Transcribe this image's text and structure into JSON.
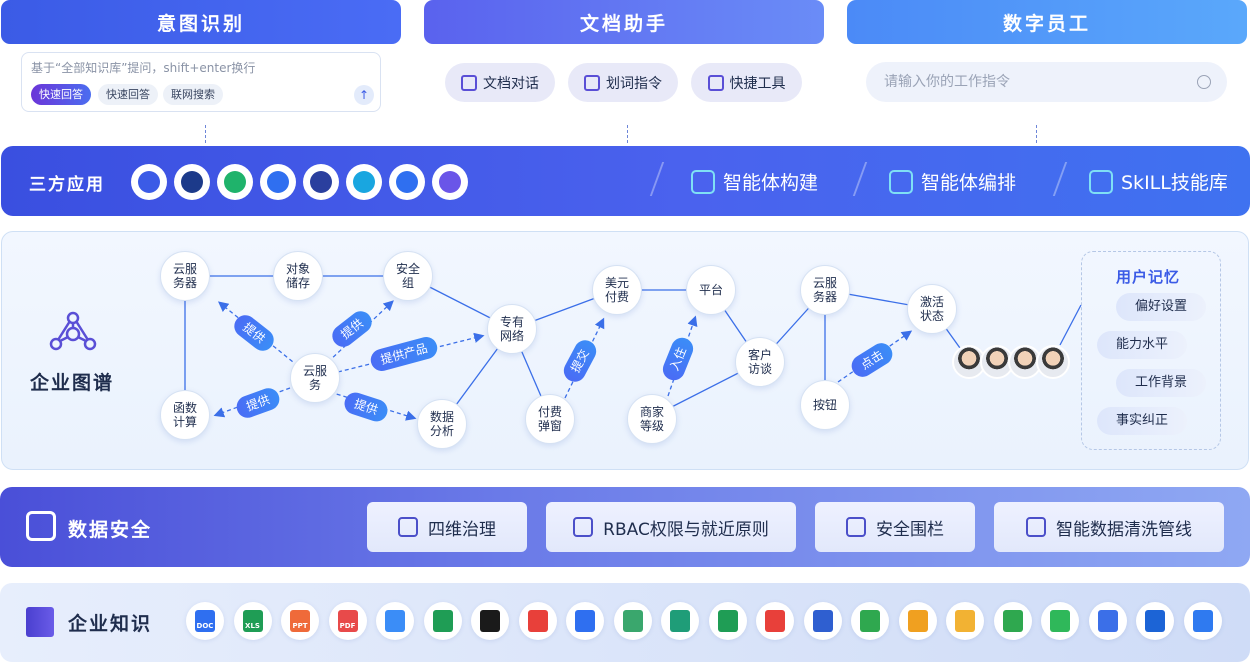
{
  "header": {
    "intent": "意图识别",
    "doc_assistant": "文档助手",
    "digital_employee": "数字员工"
  },
  "query_box": {
    "placeholder": "基于“全部知识库”提问，shift+enter换行",
    "chips": [
      "快速回答",
      "快速回答",
      "联网搜索"
    ]
  },
  "doc_buttons": [
    "文档对话",
    "划词指令",
    "快捷工具"
  ],
  "employee_input": {
    "placeholder": "请输入你的工作指令"
  },
  "third_party": {
    "title": "三方应用",
    "app_icons": [
      {
        "name": "app-icon-1",
        "color": "#3b5be6"
      },
      {
        "name": "dify-icon",
        "color": "#1c3a8a"
      },
      {
        "name": "app-icon-3",
        "color": "#1fb36b"
      },
      {
        "name": "app-icon-4",
        "color": "#2f6ff0"
      },
      {
        "name": "app-icon-5",
        "color": "#2a3f9e"
      },
      {
        "name": "app-icon-6",
        "color": "#19a6e0"
      },
      {
        "name": "app-icon-7",
        "color": "#2f6ff0"
      },
      {
        "name": "app-icon-8",
        "color": "#6a55e8"
      }
    ],
    "features": [
      "智能体构建",
      "智能体编排",
      "SkILL技能库"
    ]
  },
  "knowledge_graph": {
    "title": "企业图谱",
    "nodes": {
      "cloud_server_1": "云服务器",
      "object_storage": "对象储存",
      "security_group": "安全组",
      "cloud_service": "云服务",
      "private_network": "专有网络",
      "function_compute": "函数计算",
      "data_analysis": "数据分析",
      "us_pay": "美元付费",
      "platform": "平台",
      "pay_popup": "付费弹窗",
      "merchant_level": "商家等级",
      "customer_interview": "客户访谈",
      "cloud_server_2": "云服务器",
      "button": "按钮",
      "activation_status": "激活状态"
    },
    "edge_labels": {
      "provide_1": "提供",
      "provide_2": "提供",
      "provide_product": "提供产品",
      "provide_3": "提供",
      "provide_4": "提供",
      "submit": "提交",
      "join": "入住",
      "click": "点击"
    }
  },
  "user_memory": {
    "title": "用户记忆",
    "tags": [
      "偏好设置",
      "能力水平",
      "工作背景",
      "事实纠正"
    ]
  },
  "data_security": {
    "title": "数据安全",
    "items": [
      "四维治理",
      "RBAC权限与就近原则",
      "安全围栏",
      "智能数据清洗管线"
    ]
  },
  "enterprise_knowledge": {
    "title": "企业知识",
    "file_icons": [
      {
        "name": "doc-icon",
        "label": "DOC",
        "color": "#2f6ff0"
      },
      {
        "name": "xls-icon",
        "label": "XLS",
        "color": "#1f9d55"
      },
      {
        "name": "ppt-icon",
        "label": "PPT",
        "color": "#ef6a3a"
      },
      {
        "name": "pdf-icon",
        "label": "PDF",
        "color": "#e84a4a"
      },
      {
        "name": "video-icon",
        "label": "",
        "color": "#3b8df7"
      },
      {
        "name": "web-icon",
        "label": "",
        "color": "#1f9d55"
      },
      {
        "name": "txt-icon",
        "label": "",
        "color": "#1a1a1a"
      },
      {
        "name": "wps-icon",
        "label": "",
        "color": "#e8403a"
      },
      {
        "name": "app-doc-icon",
        "label": "",
        "color": "#2f6ff0"
      },
      {
        "name": "image-icon",
        "label": "",
        "color": "#3aa76d"
      },
      {
        "name": "mind-icon",
        "label": "",
        "color": "#1f9d78"
      },
      {
        "name": "excel-icon",
        "label": "",
        "color": "#1f9d55"
      },
      {
        "name": "announce-icon",
        "label": "",
        "color": "#e8403a"
      },
      {
        "name": "link-icon",
        "label": "",
        "color": "#2f5fd0"
      },
      {
        "name": "sheet-icon",
        "label": "",
        "color": "#2fa84f"
      },
      {
        "name": "chart-icon",
        "label": "",
        "color": "#f0a020"
      },
      {
        "name": "folder-icon",
        "label": "",
        "color": "#f2b233"
      },
      {
        "name": "table-icon",
        "label": "",
        "color": "#2fa84f"
      },
      {
        "name": "wechat-icon",
        "label": "",
        "color": "#2fb85a"
      },
      {
        "name": "chat-icon",
        "label": "",
        "color": "#3b6fe8"
      },
      {
        "name": "cloud-icon",
        "label": "",
        "color": "#1c64d6"
      },
      {
        "name": "feishu-icon",
        "label": "",
        "color": "#2f7af0"
      }
    ]
  }
}
